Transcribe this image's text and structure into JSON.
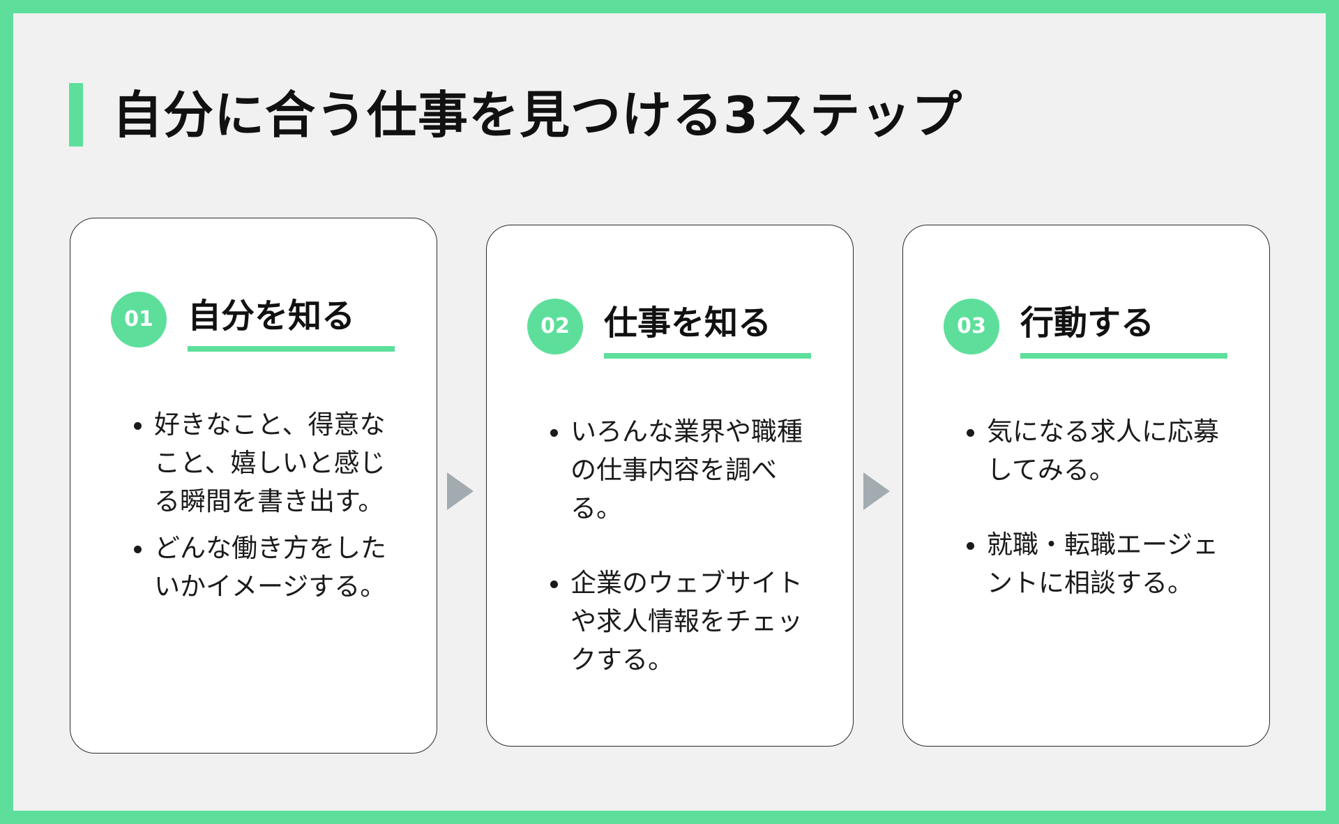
{
  "title": "自分に合う仕事を見つける3ステップ",
  "colors": {
    "accent": "#5ddf9b",
    "background": "#f1f1f1",
    "card": "#ffffff",
    "arrow": "#a2abb0",
    "text": "#111111"
  },
  "steps": [
    {
      "number": "01",
      "title": "自分を知る",
      "items": [
        "好きなこと、得意なこと、嬉しいと感じる瞬間を書き出す。",
        "どんな働き方をしたいかイメージする。"
      ]
    },
    {
      "number": "02",
      "title": "仕事を知る",
      "items": [
        "いろんな業界や職種の仕事内容を調べる。",
        "企業のウェブサイトや求人情報をチェックする。"
      ]
    },
    {
      "number": "03",
      "title": "行動する",
      "items": [
        "気になる求人に応募してみる。",
        "就職・転職エージェントに相談する。"
      ]
    }
  ]
}
